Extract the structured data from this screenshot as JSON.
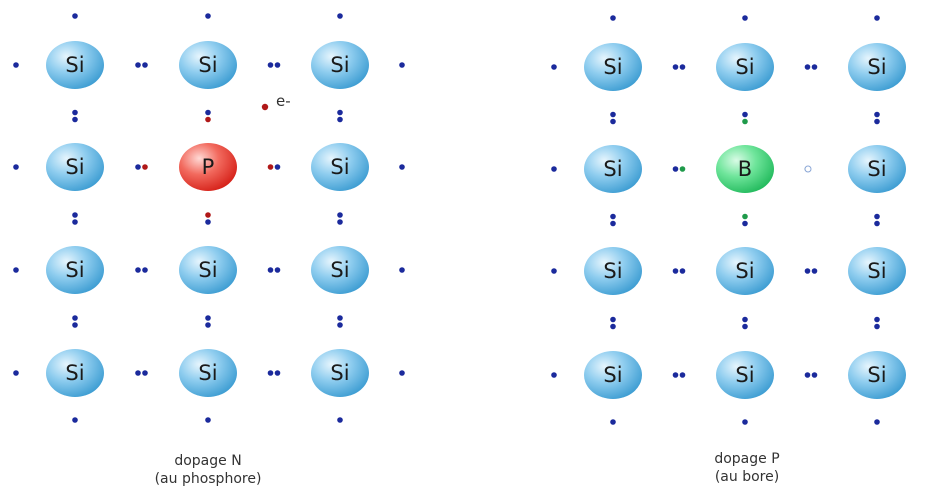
{
  "diagrams": [
    {
      "id": "n-doping",
      "caption_line1": "dopage N",
      "caption_line2": "(au phosphore)",
      "dopant_label": "P",
      "dopant_color": "#e8281f",
      "dopant_electron_color": "#b01818",
      "extra_label": "e-",
      "extra_kind": "free-electron"
    },
    {
      "id": "p-doping",
      "caption_line1": "dopage P",
      "caption_line2": "(au bore)",
      "dopant_label": "B",
      "dopant_color": "#2fd36a",
      "dopant_electron_color": "#1f9a4a",
      "extra_label": "",
      "extra_kind": "hole"
    }
  ],
  "atom_label": "Si",
  "colors": {
    "atom_light": "#cdeaf8",
    "atom_dark": "#3a9bd1",
    "atom_text": "#1a1a1a",
    "electron": "#1b2a9c",
    "background": "#ffffff"
  }
}
